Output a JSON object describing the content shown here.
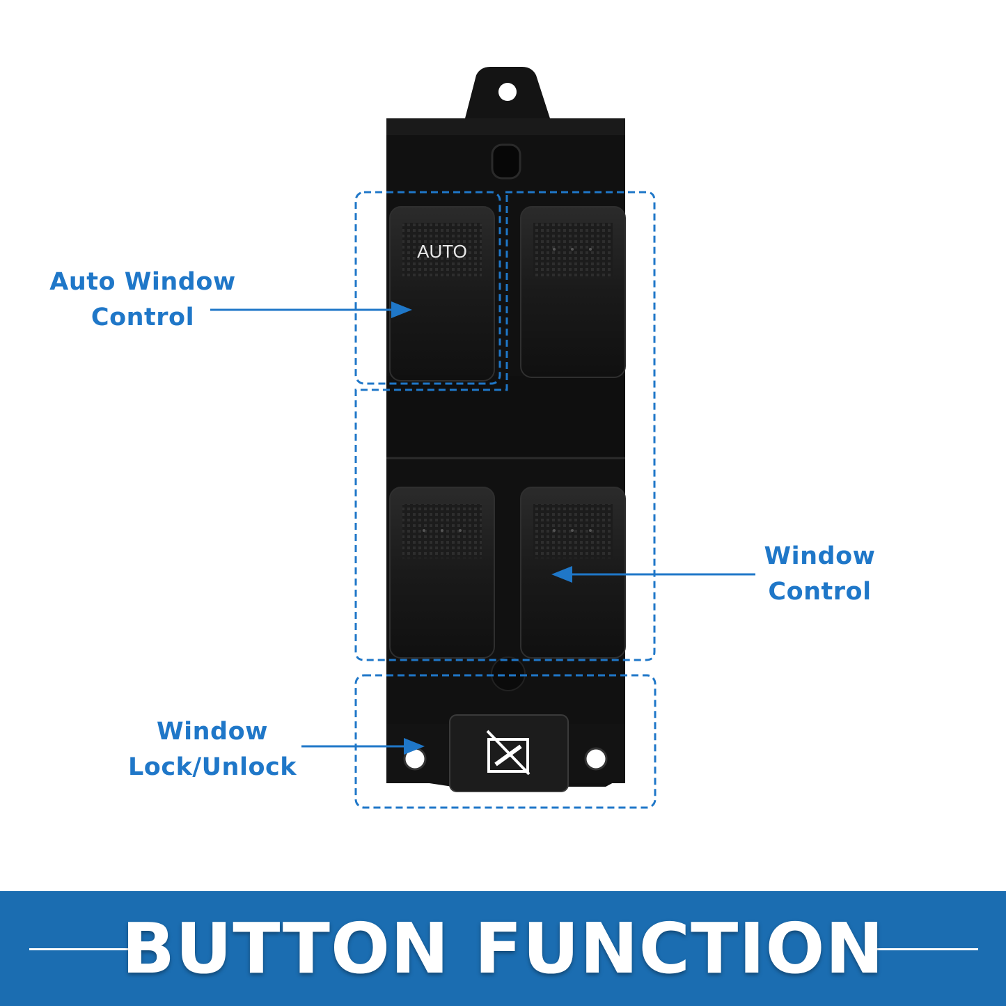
{
  "callouts": {
    "auto": {
      "line1": "Auto Window",
      "line2": "Control"
    },
    "window": {
      "line1": "Window",
      "line2": "Control"
    },
    "lock": {
      "line1": "Window",
      "line2": "Lock/Unlock"
    }
  },
  "switch": {
    "auto_label": "AUTO"
  },
  "banner": {
    "title": "BUTTON FUNCTION"
  },
  "colors": {
    "accent": "#1f77c8",
    "banner": "#1b6db1",
    "panel": "#111111"
  },
  "icons": {
    "lock_button": "window-lock-icon",
    "arrow": "arrow-right-icon"
  }
}
